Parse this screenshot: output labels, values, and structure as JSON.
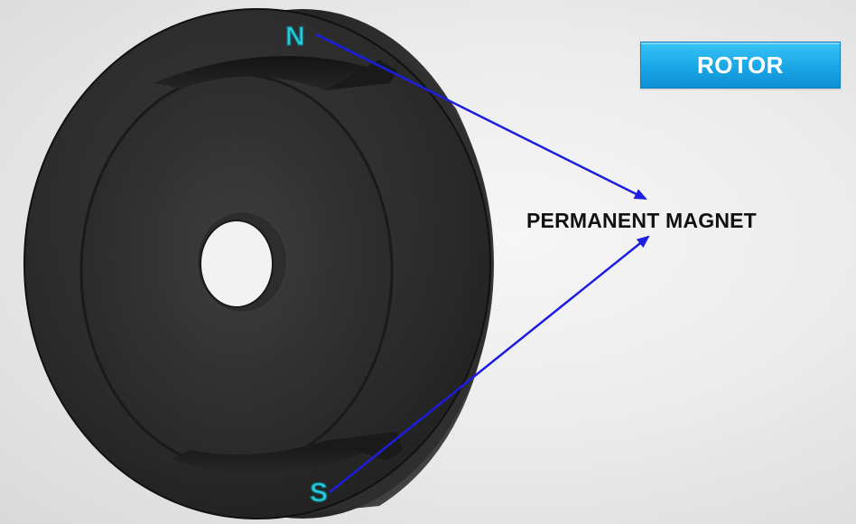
{
  "title_badge": {
    "label": "ROTOR"
  },
  "callout": {
    "label": "PERMANENT MAGNET"
  },
  "poles": {
    "north": {
      "label": "N"
    },
    "south": {
      "label": "S"
    }
  },
  "colors": {
    "badge_fill": "#1aa6e6",
    "arrow": "#1d1de0",
    "pole_label": "#2ec8d8",
    "rotor_body": "#2b2b2b",
    "background": "#ececec"
  }
}
